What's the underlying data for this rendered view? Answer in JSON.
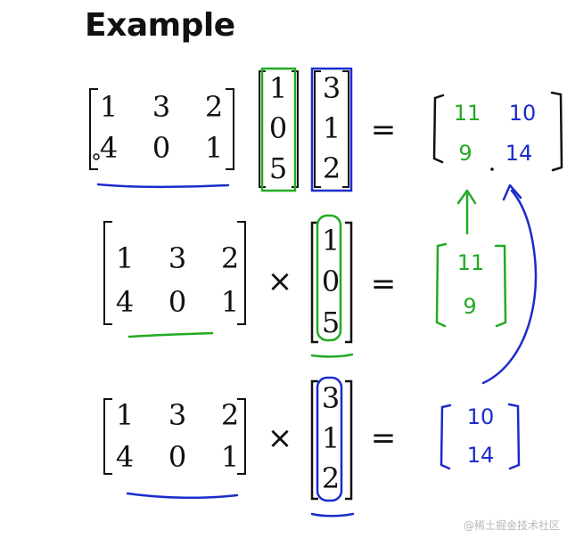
{
  "title": "Example",
  "watermark": "@稀土掘金技术社区",
  "colors": {
    "ink": "#111111",
    "green": "#22aa22",
    "blue": "#1a2ccc"
  },
  "operators": {
    "equals": "=",
    "times": "×"
  },
  "matrix_A": [
    [
      "1",
      "3",
      "2"
    ],
    [
      "4",
      "0",
      "1"
    ]
  ],
  "vector_1": [
    "1",
    "0",
    "5"
  ],
  "vector_2": [
    "3",
    "1",
    "2"
  ],
  "result_full": [
    [
      "11",
      "10"
    ],
    [
      "9",
      "14"
    ]
  ],
  "result_1": [
    "11",
    "9"
  ],
  "result_2": [
    "10",
    "14"
  ]
}
